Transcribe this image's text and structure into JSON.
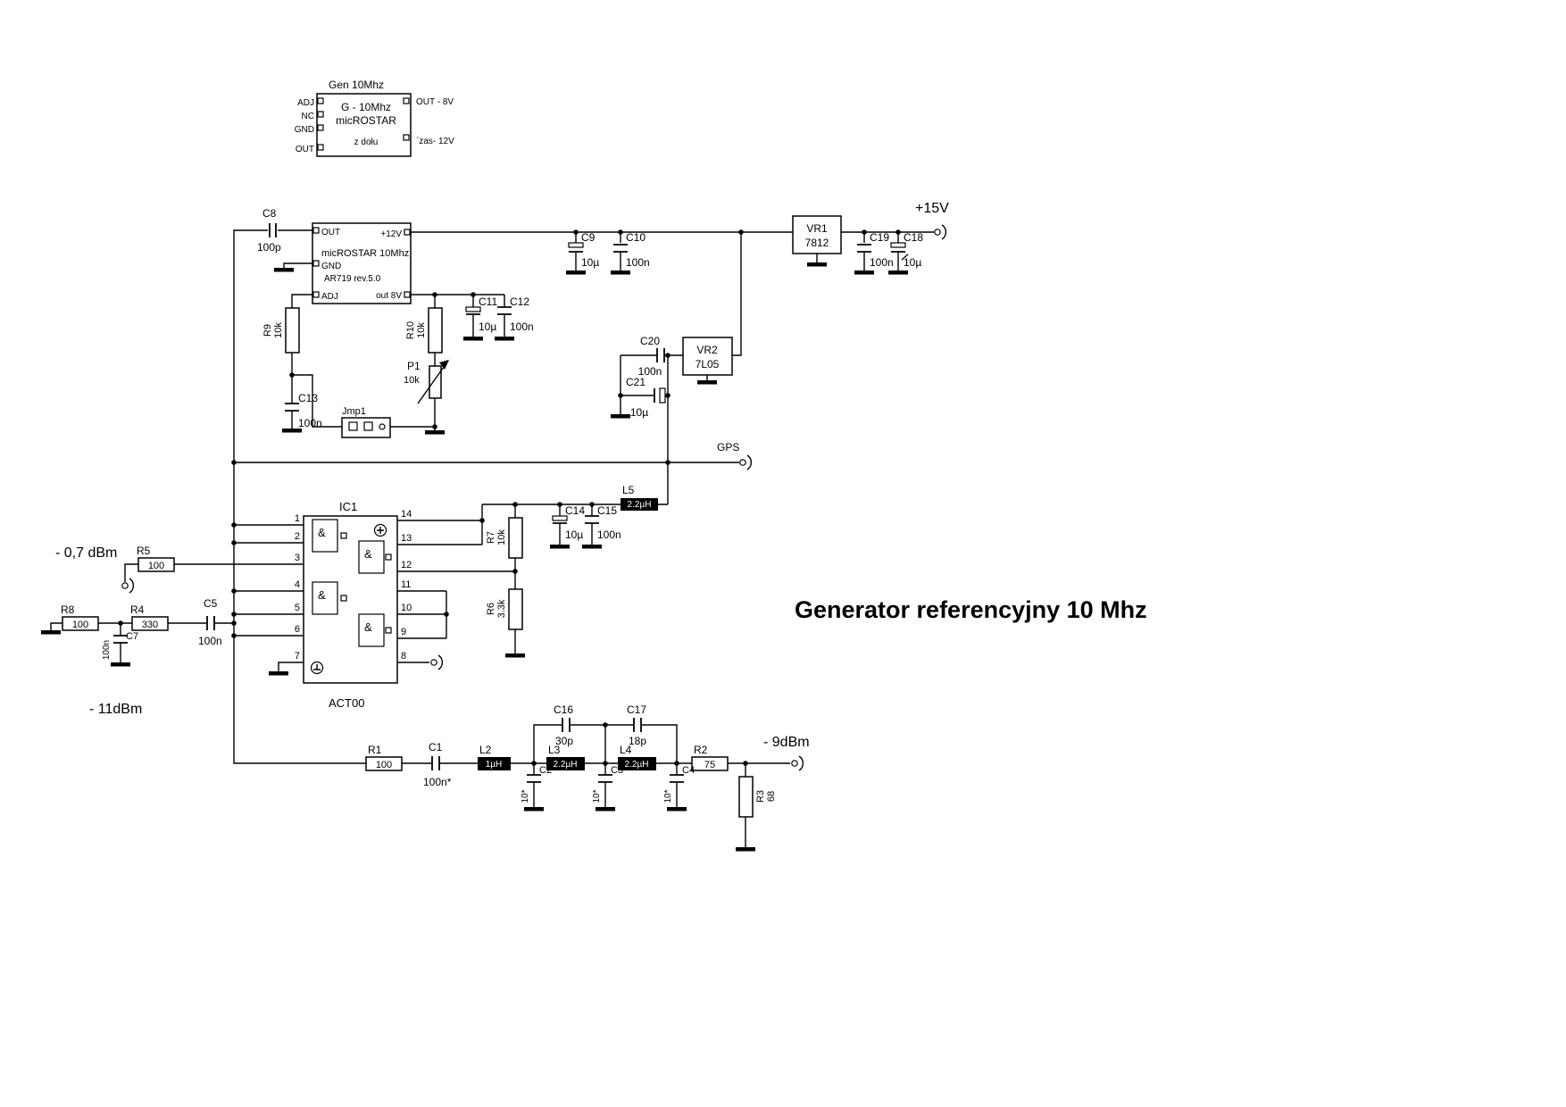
{
  "labels": {
    "title": "Generator referencyjny 10 Mhz",
    "supply": "+15V",
    "gps": "GPS",
    "out1": "- 0,7 dBm",
    "out2": "- 11dBm",
    "out3": "-  9dBm"
  },
  "gen_module": {
    "title": "Gen 10Mhz",
    "line1": "G - 10Mhz",
    "line2": "micROSTAR",
    "note": "z dołu",
    "pin_adj": "ADJ",
    "pin_nc": "NC",
    "pin_gnd": "GND",
    "pin_out": "OUT",
    "right_top": "OUT - 8V",
    "right_bottom": "`zas- 12V"
  },
  "osc_module": {
    "line1": "micROSTAR  10Mhz",
    "line2": "AR719 rev.5.0",
    "pin_out": "OUT",
    "pin_gnd": "GND",
    "pin_adj": "ADJ",
    "pin_12v": "+12V",
    "pin_out8": "out 8V"
  },
  "ic1": {
    "name": "IC1",
    "part": "ACT00",
    "gate": "&",
    "pins_left": [
      "1",
      "2",
      "3",
      "4",
      "5",
      "6",
      "7"
    ],
    "pins_right": [
      "14",
      "13",
      "12",
      "11",
      "10",
      "9",
      "8"
    ]
  },
  "components": {
    "vr1": {
      "name": "VR1",
      "value": "7812"
    },
    "vr2": {
      "name": "VR2",
      "value": "7L05"
    },
    "c1": {
      "name": "C1",
      "value": "100n*"
    },
    "c2": {
      "name": "C2",
      "value": "10*"
    },
    "c3": {
      "name": "C3",
      "value": "10*"
    },
    "c4": {
      "name": "C4",
      "value": "10*"
    },
    "c5": {
      "name": "C5",
      "value": "100n"
    },
    "c7": {
      "name": "C7",
      "value": "100n"
    },
    "c8": {
      "name": "C8",
      "value": "100p"
    },
    "c9": {
      "name": "C9",
      "value": "10µ"
    },
    "c10": {
      "name": "C10",
      "value": "100n"
    },
    "c11": {
      "name": "C11",
      "value": "10µ"
    },
    "c12": {
      "name": "C12",
      "value": "100n"
    },
    "c13": {
      "name": "C13",
      "value": "100n"
    },
    "c14": {
      "name": "C14",
      "value": "10µ"
    },
    "c15": {
      "name": "C15",
      "value": "100n"
    },
    "c16": {
      "name": "C16",
      "value": "30p"
    },
    "c17": {
      "name": "C17",
      "value": "18p"
    },
    "c18": {
      "name": "C18",
      "value": "10µ"
    },
    "c19": {
      "name": "C19",
      "value": "100n"
    },
    "c20": {
      "name": "C20",
      "value": "100n"
    },
    "c21": {
      "name": "C21",
      "value": "10µ"
    },
    "r1": {
      "name": "R1",
      "value": "100"
    },
    "r2": {
      "name": "R2",
      "value": "75"
    },
    "r3": {
      "name": "R3",
      "value": "68"
    },
    "r4": {
      "name": "R4",
      "value": "330"
    },
    "r5": {
      "name": "R5",
      "value": "100"
    },
    "r6": {
      "name": "R6",
      "value": "3.3k"
    },
    "r7": {
      "name": "R7",
      "value": "10k"
    },
    "r8": {
      "name": "R8",
      "value": "100"
    },
    "r9": {
      "name": "R9",
      "value": "10k"
    },
    "r10": {
      "name": "R10",
      "value": "10k"
    },
    "l2": {
      "name": "L2",
      "value": "1µH"
    },
    "l3": {
      "name": "L3",
      "value": "2.2µH"
    },
    "l4": {
      "name": "L4",
      "value": "2.2µH"
    },
    "l5": {
      "name": "L5",
      "value": "2.2µH"
    },
    "p1": {
      "name": "P1",
      "value": "10k"
    },
    "jmp1": {
      "name": "Jmp1"
    }
  }
}
